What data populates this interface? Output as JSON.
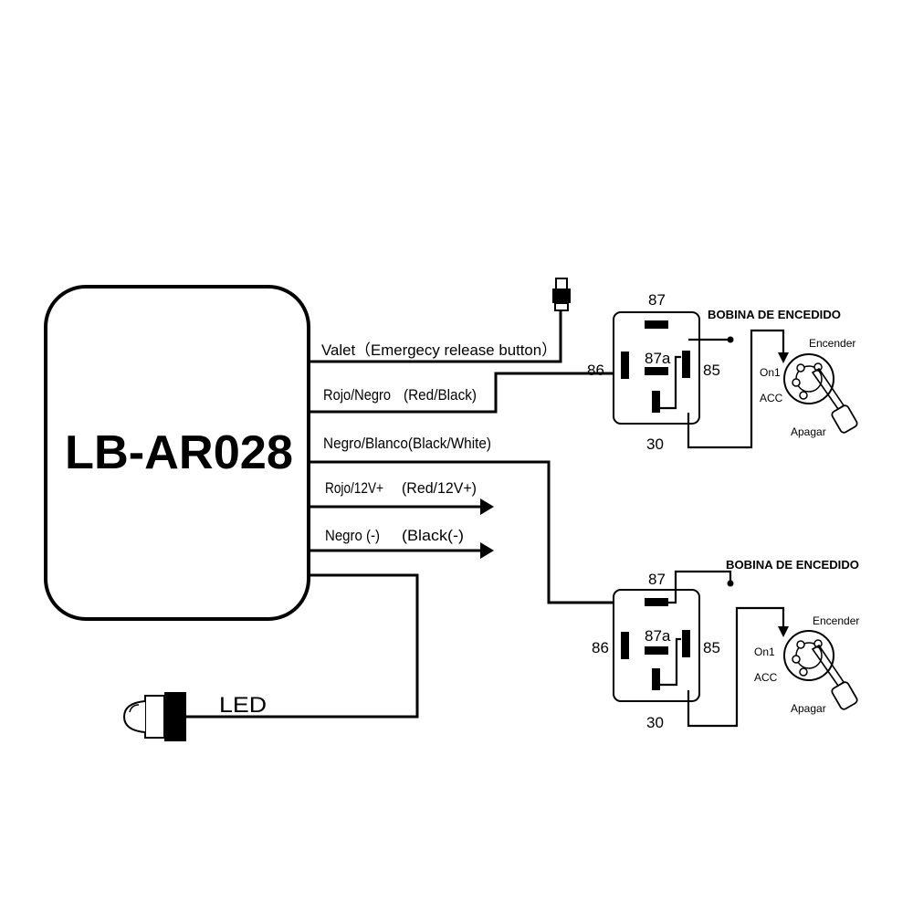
{
  "module": {
    "model": "LB-AR028"
  },
  "wires": {
    "valet": "Valet（Emergecy release button）",
    "rojo_negro": "Rojo/Negro",
    "red_black": "(Red/Black)",
    "negro_blanco": "Negro/Blanco(Black/White)",
    "rojo_12v": "Rojo/12V+",
    "red_12v": "(Red/12V+)",
    "negro_neg": "Negro (-)",
    "black_neg": "(Black(-)"
  },
  "led": {
    "label": "LED"
  },
  "relays": [
    {
      "pin87": "87",
      "pin87a": "87a",
      "pin86": "86",
      "pin85": "85",
      "pin30": "30",
      "coil_label": "BOBINA DE ENCEDIDO"
    },
    {
      "pin87": "87",
      "pin87a": "87a",
      "pin86": "86",
      "pin85": "85",
      "pin30": "30",
      "coil_label": "BOBINA DE ENCEDIDO"
    }
  ],
  "ignitions": [
    {
      "on": "Encender",
      "on1": "On1",
      "acc": "ACC",
      "off": "Apagar"
    },
    {
      "on": "Encender",
      "on1": "On1",
      "acc": "ACC",
      "off": "Apagar"
    }
  ]
}
